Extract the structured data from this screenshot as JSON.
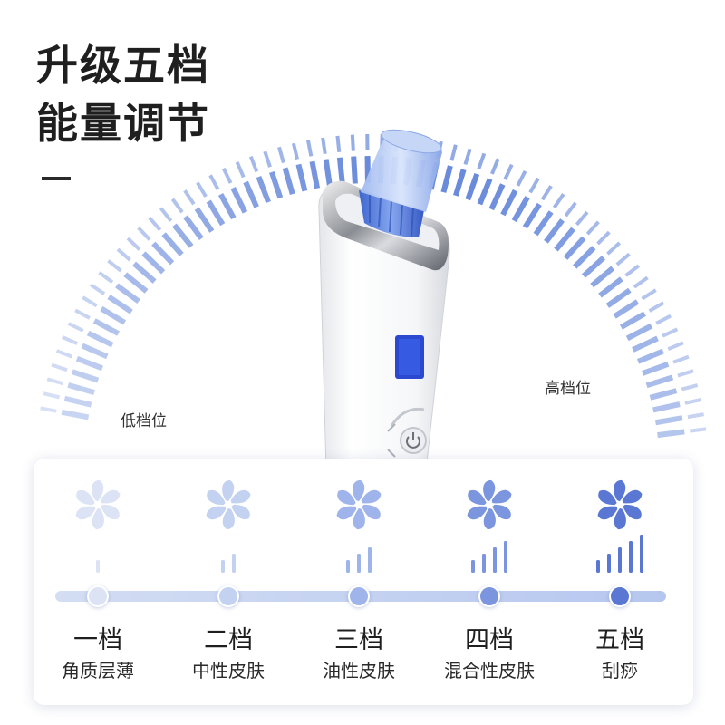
{
  "headline": {
    "line1": "升级五档",
    "line2": "能量调节"
  },
  "labels": {
    "low": "低档位",
    "high": "高档位"
  },
  "colors": {
    "arc_light": "#e6ecf9",
    "arc_dark": "#5a7fd8",
    "nozzle": "#4d78dc",
    "screen": "#2a48d0",
    "fan_levels": [
      "#dbe3f5",
      "#c4d2f1",
      "#9fb4ea",
      "#7b95de",
      "#5a78d3"
    ]
  },
  "levels": [
    {
      "title": "一档",
      "subtitle": "角质层薄",
      "bars": 1,
      "intensity": 0
    },
    {
      "title": "二档",
      "subtitle": "中性皮肤",
      "bars": 2,
      "intensity": 1
    },
    {
      "title": "三档",
      "subtitle": "油性皮肤",
      "bars": 3,
      "intensity": 2
    },
    {
      "title": "四档",
      "subtitle": "混合性皮肤",
      "bars": 4,
      "intensity": 3
    },
    {
      "title": "五档",
      "subtitle": "刮痧",
      "bars": 5,
      "intensity": 4
    }
  ],
  "icons": {
    "fan": "fan-icon",
    "power": "power-icon"
  }
}
